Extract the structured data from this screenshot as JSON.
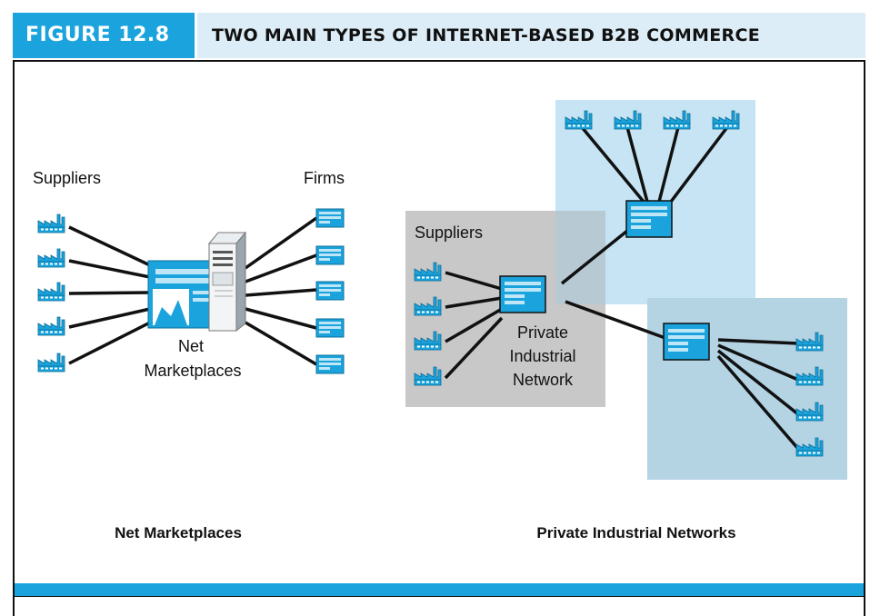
{
  "header": {
    "figure_label": "FIGURE 12.8",
    "title": "TWO MAIN TYPES OF INTERNET-BASED B2B COMMERCE"
  },
  "left_diagram": {
    "suppliers_label": "Suppliers",
    "firms_label": "Firms",
    "hub_label_line1": "Net",
    "hub_label_line2": "Marketplaces",
    "caption": "Net Marketplaces"
  },
  "right_diagram": {
    "suppliers_label": "Suppliers",
    "hub_label_line1": "Private",
    "hub_label_line2": "Industrial",
    "hub_label_line3": "Network",
    "caption": "Private Industrial Networks"
  },
  "colors": {
    "brand_blue": "#1aa3dc",
    "title_bg": "#dcedf7",
    "icon_fill": "#1aa3dc",
    "panel_blue": "#c6e4f4",
    "panel_gray": "#c9c9c9"
  }
}
